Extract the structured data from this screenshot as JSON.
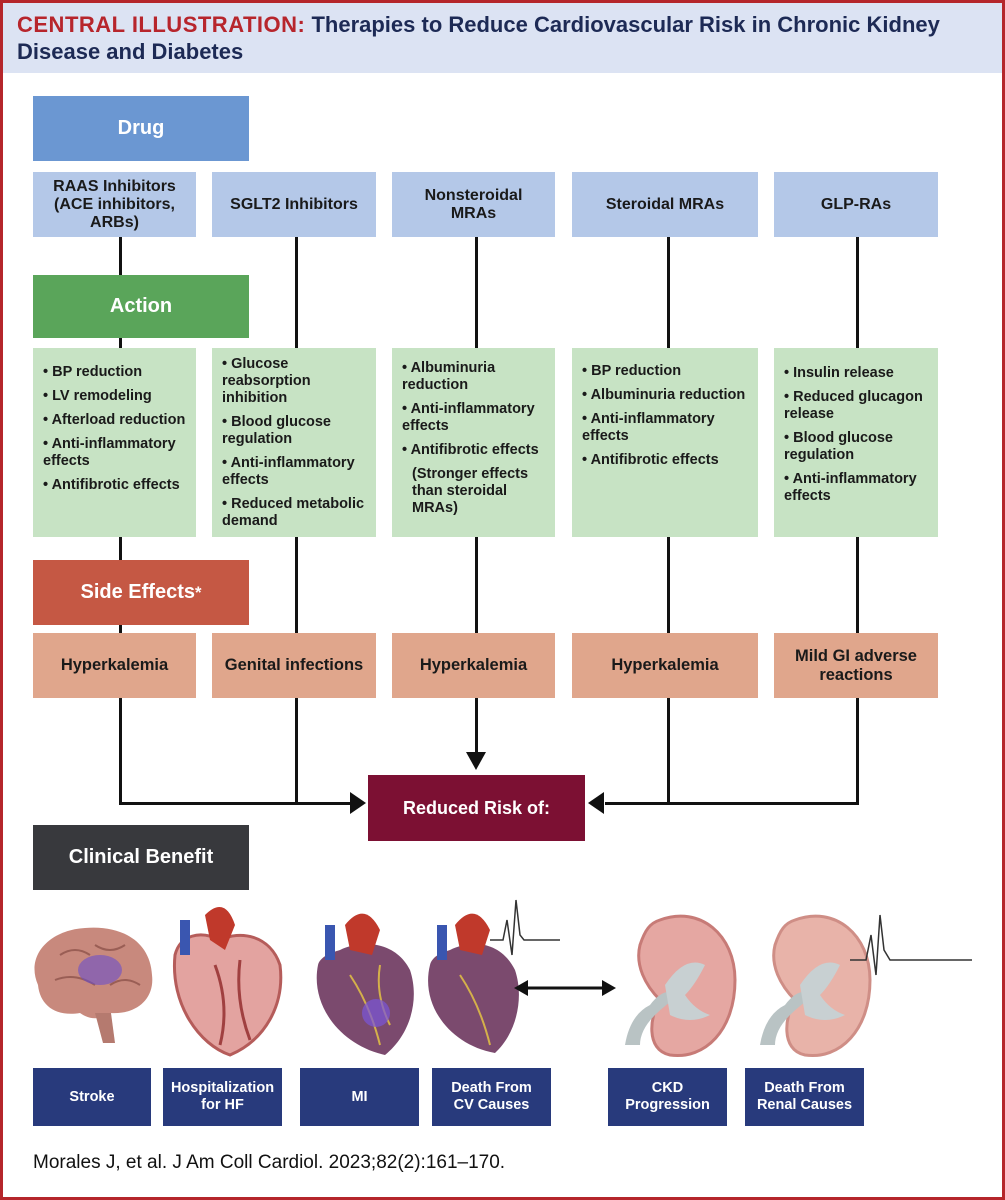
{
  "header": {
    "label": "CENTRAL ILLUSTRATION:",
    "title": "Therapies to Reduce Cardiovascular Risk in Chronic Kidney Disease and Diabetes"
  },
  "categories": {
    "drug": "Drug",
    "action": "Action",
    "side_effects": "Side Effects",
    "side_effects_mark": "*",
    "clinical_benefit": "Clinical Benefit"
  },
  "drugs": [
    {
      "name": "RAAS Inhibitors (ACE inhibitors, ARBs)",
      "actions": [
        "• BP reduction",
        "• LV remodeling",
        "• Afterload reduction",
        "• Anti-inflammatory effects",
        "• Antifibrotic effects"
      ],
      "side_effect": "Hyperkalemia"
    },
    {
      "name": "SGLT2 Inhibitors",
      "actions": [
        "• Glucose reabsorption inhibition",
        "• Blood glucose regulation",
        "• Anti-inflammatory effects",
        "• Reduced metabolic demand"
      ],
      "side_effect": "Genital infections"
    },
    {
      "name": "Nonsteroidal MRAs",
      "actions": [
        "• Albuminuria reduction",
        "• Anti-inflammatory effects",
        "• Antifibrotic effects",
        "(Stronger effects than steroidal MRAs)"
      ],
      "side_effect": "Hyperkalemia"
    },
    {
      "name": "Steroidal MRAs",
      "actions": [
        "• BP reduction",
        "• Albuminuria reduction",
        "• Anti-inflammatory effects",
        "• Antifibrotic effects"
      ],
      "side_effect": "Hyperkalemia"
    },
    {
      "name": "GLP-RAs",
      "actions": [
        "• Insulin release",
        "• Reduced glucagon release",
        "• Blood glucose regulation",
        "• Anti-inflammatory effects"
      ],
      "side_effect": "Mild GI adverse reactions"
    }
  ],
  "reduced_risk": "Reduced Risk of:",
  "outcomes": [
    "Stroke",
    "Hospitalization for HF",
    "MI",
    "Death From CV Causes",
    "CKD Progression",
    "Death From Renal Causes"
  ],
  "citation": "Morales J, et al. J Am Coll Cardiol. 2023;82(2):161–170.",
  "colors": {
    "border": "#b5262b",
    "drug": "#6b97d2",
    "action": "#5aa55a",
    "side_effects": "#c55844",
    "clinical": "#38393d",
    "reduced": "#7c1033",
    "outcome": "#283a7c"
  }
}
